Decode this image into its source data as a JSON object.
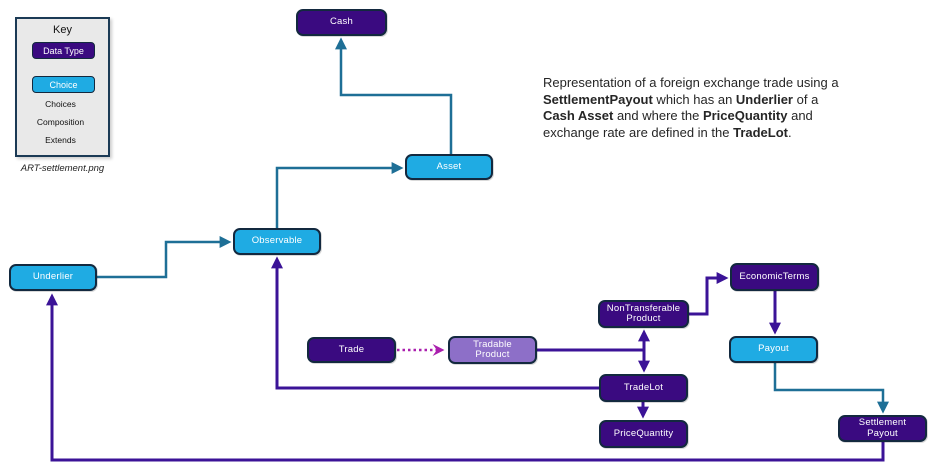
{
  "key": {
    "title": "Key",
    "data_type": "Data Type",
    "choice": "Choice",
    "choices": "Choices",
    "composition": "Composition",
    "extends": "Extends",
    "caption": "ART-settlement.png"
  },
  "description": {
    "line1": {
      "t1": "Representation of a foreign exchange trade using a"
    },
    "line2": {
      "b1": "SettlementPayout",
      "t1": " which has an ",
      "b2": "Underlier",
      "t2": " of a"
    },
    "line3": {
      "b1": "Cash Asset",
      "t1": " and where the ",
      "b2": "PriceQuantity",
      "t2": " and"
    },
    "line4": {
      "t1": "exchange rate are defined in the ",
      "b1": "TradeLot",
      "t2": "."
    }
  },
  "nodes": {
    "cash": "Cash",
    "asset": "Asset",
    "observable": "Observable",
    "underlier": "Underlier",
    "trade": "Trade",
    "tradable_product": "Tradable Product",
    "non_transferable_product": "NonTransferable Product",
    "economic_terms": "EconomicTerms",
    "payout": "Payout",
    "trade_lot": "TradeLot",
    "price_quantity": "PriceQuantity",
    "settlement_payout": "Settlement Payout"
  },
  "colors": {
    "data_type_fill": "#3a0a80",
    "choice_fill": "#1fabe3",
    "product_fill": "#8d6fc8",
    "choices_arrow": "#1e6f96",
    "composition_arrow": "#3b1397",
    "extends_arrow": "#aa1fae",
    "box_border": "#13293f",
    "key_bg": "#e9e9e9",
    "text": "#262626"
  }
}
